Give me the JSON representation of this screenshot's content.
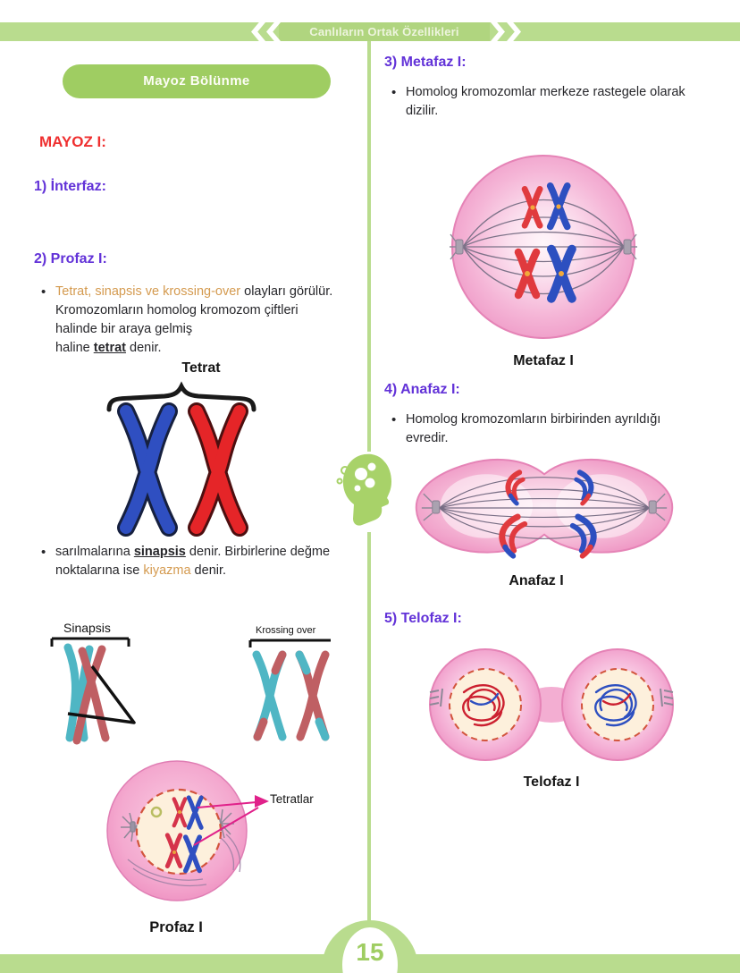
{
  "header": {
    "title": "Canlıların Ortak Özellikleri"
  },
  "footer": {
    "page_number": "15"
  },
  "colors": {
    "green_light": "#b9dc8e",
    "green": "#9fcd62",
    "red_heading": "#ef2f2f",
    "purple_heading": "#6232d8",
    "orange_term": "#d49a4f",
    "cell_pink": "#ee8fc0",
    "chromosome_blue": "#2f4fc1",
    "chromosome_red": "#e03a3e",
    "teal": "#4fb6c4",
    "maroon": "#bf5f63"
  },
  "left": {
    "pill_label": "Mayoz Bölünme",
    "title": "MAYOZ I:",
    "interfaz_heading": "1) İnterfaz:",
    "profaz_heading": "2) Profaz I:",
    "bullet1": {
      "highlight": "Tetrat, sinapsis ve krossing-over",
      "rest": " olayları görülür.",
      "line2": "Kromozomların homolog kromozom çiftleri",
      "line3": "halinde bir araya gelmiş",
      "line4_pre": "haline ",
      "line4_term": "tetrat",
      "line4_post": " denir."
    },
    "tetrat_caption": "Tetrat",
    "bullet2": {
      "pre": "sarılmalarına ",
      "term1": "sinapsis",
      "mid": " denir. Birbirlerine değme noktalarına ise ",
      "term2": "kiyazma",
      "post": " denir."
    },
    "sinapsis_label": "Sinapsis",
    "krossing_label": "Krossing over",
    "tetratlar_label": "Tetratlar",
    "profaz_caption": "Profaz I"
  },
  "right": {
    "metafaz_heading": "3) Metafaz I:",
    "metafaz_bullet": "Homolog kromozomlar merkeze rastegele olarak dizilir.",
    "metafaz_caption": "Metafaz I",
    "anafaz_heading": "4) Anafaz I:",
    "anafaz_bullet": "Homolog kromozomların birbirinden ayrıldığı evredir.",
    "anafaz_caption": "Anafaz I",
    "telofaz_heading": "5) Telofaz I:",
    "telofaz_caption": "Telofaz I"
  }
}
